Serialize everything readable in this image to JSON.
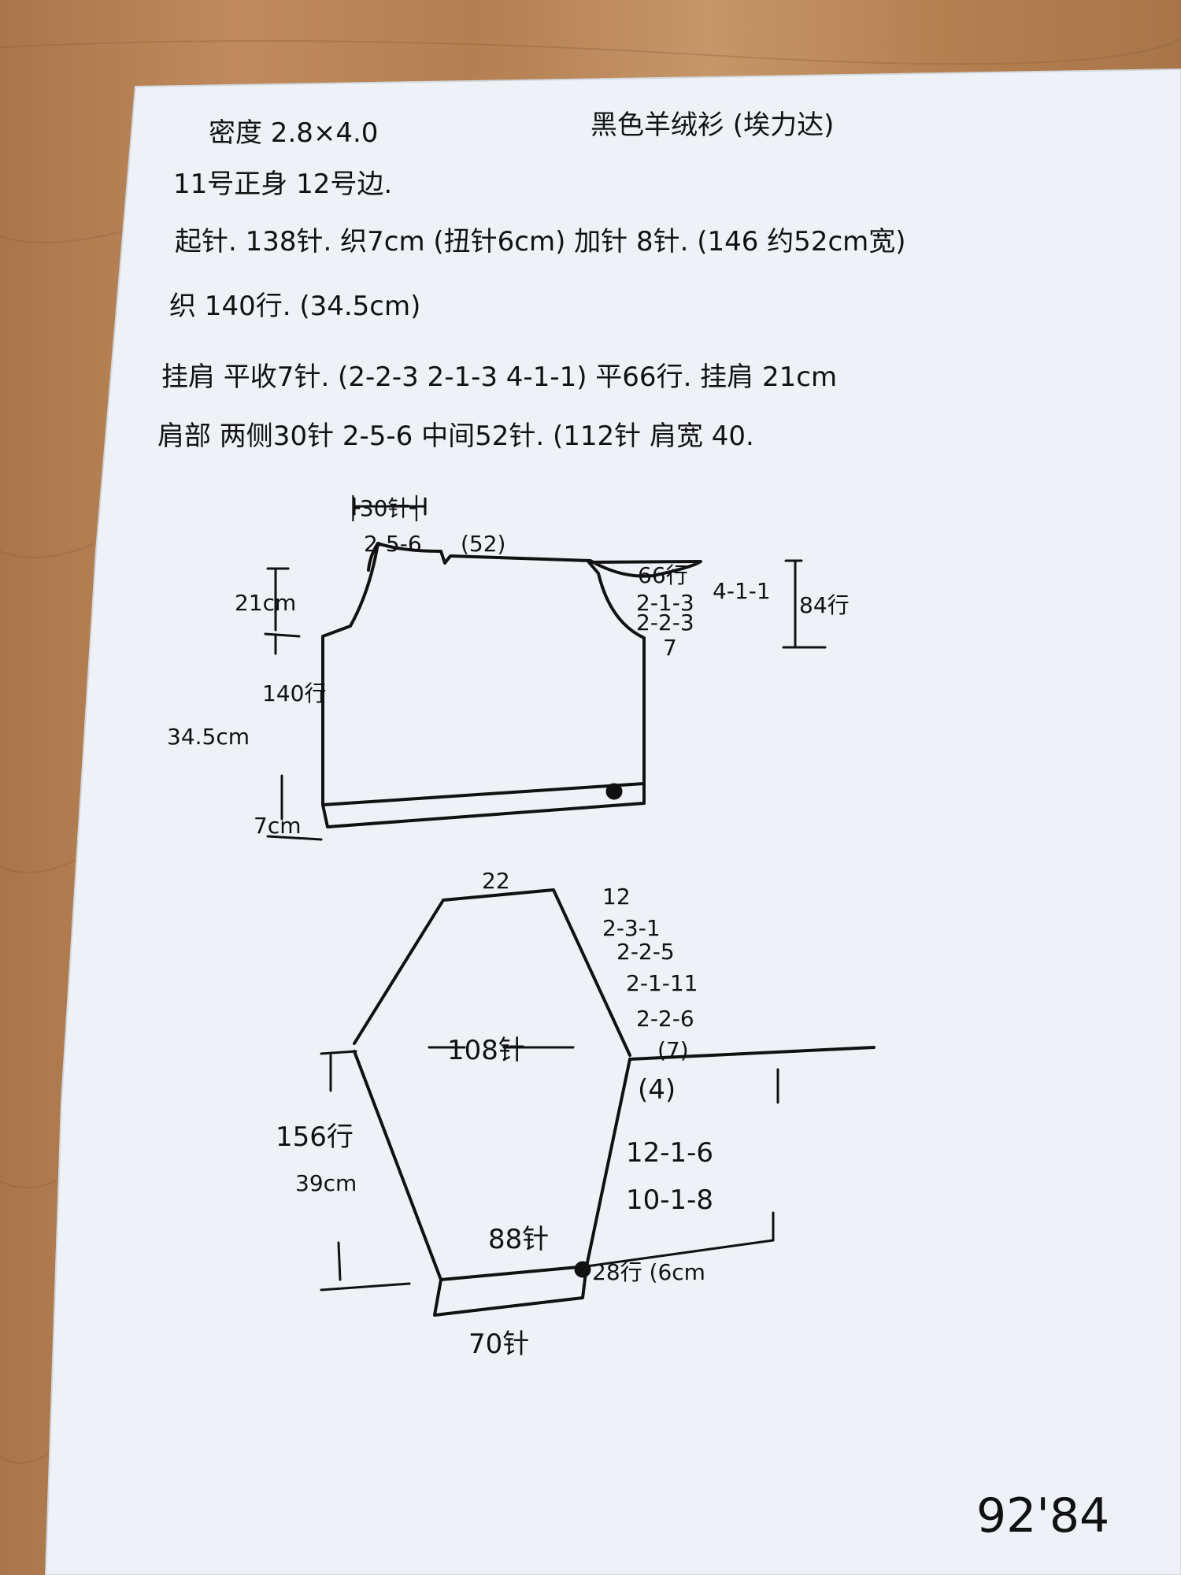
{
  "header": {
    "gauge": "密度 2.8×4.0",
    "title": "黑色羊绒衫 (埃力达)"
  },
  "notes": [
    "11号正身 12号边.",
    "起针. 138针. 织7cm (扭针6cm) 加针 8针. (146 约52cm宽)",
    "织 140行. (34.5cm)",
    "挂肩 平收7针. (2-2-3 2-1-3 4-1-1) 平66行. 挂肩 21cm",
    "肩部 两侧30针 2-5-6 中间52针. (112针 肩宽 40."
  ],
  "body_diagram": {
    "shoulder_top": "├30针┤",
    "shoulder_shape": "2-5-6",
    "neck": "(52)",
    "armhole_height": "21cm",
    "body_rows": "140行",
    "body_height": "34.5cm",
    "hem": "7cm",
    "rows_66": "66行",
    "dec_1": "2-1-3",
    "dec_2": "2-2-3",
    "bind_off": "7",
    "dec_3": "4-1-1",
    "total_rows": "84行"
  },
  "sleeve_diagram": {
    "cap_top": "22",
    "cap_1": "12",
    "cap_2": "2-3-1",
    "cap_3": "2-2-5",
    "cap_4": "2-1-11",
    "cap_5": "2-2-6",
    "cap_6": "(7)",
    "width": "108针",
    "inc_start": "(4)",
    "inc_1": "12-1-6",
    "inc_2": "10-1-8",
    "rows": "156行",
    "length": "39cm",
    "cuff_sts": "88针",
    "cuff_rows": "28行 (6cm",
    "cast_on": "70针"
  },
  "corner_mark": "92'84"
}
